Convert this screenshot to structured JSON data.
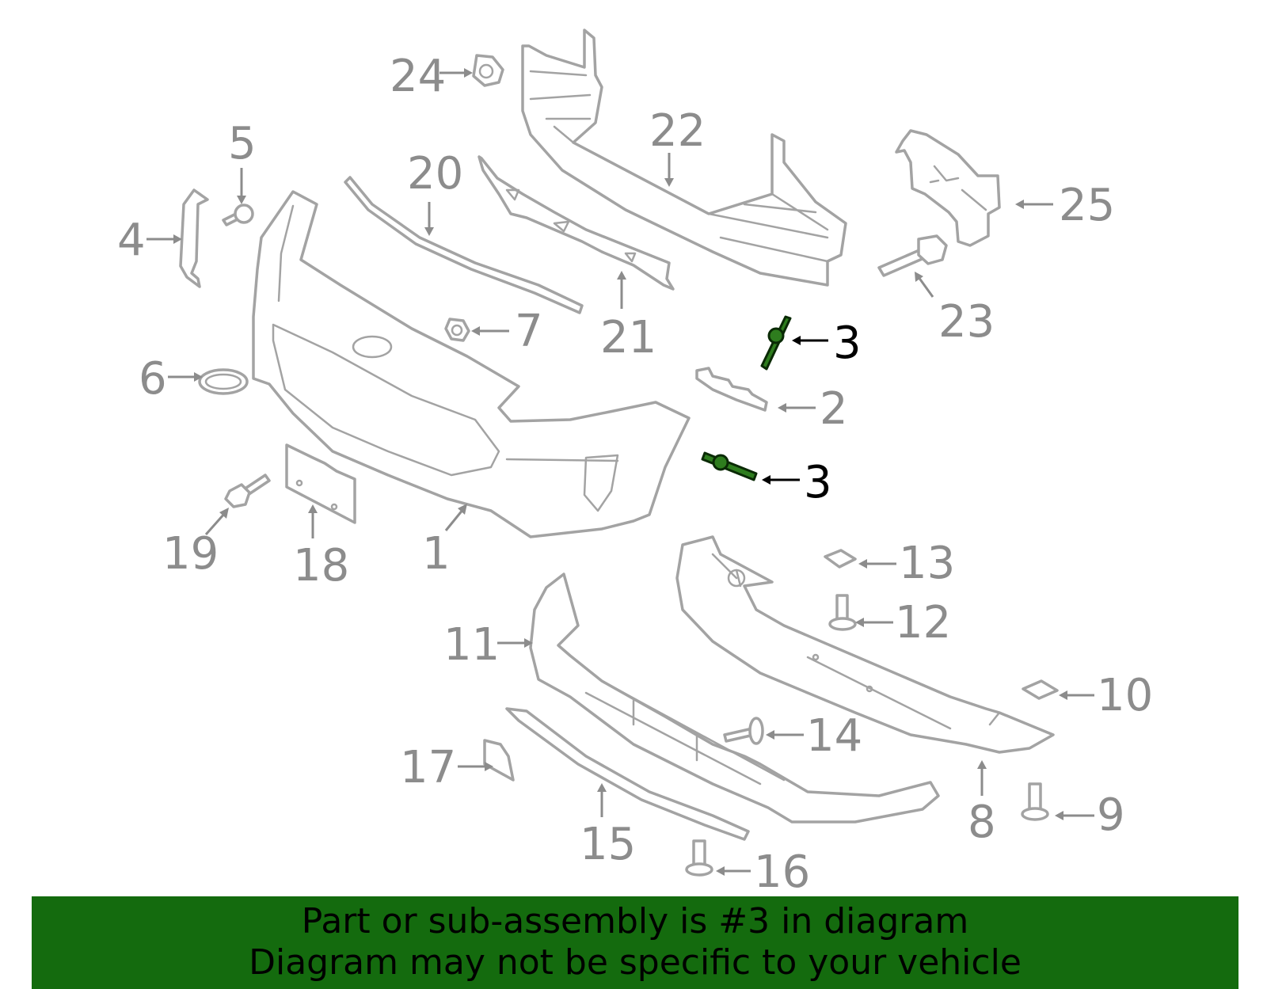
{
  "callouts": [
    {
      "id": "1",
      "text": "1"
    },
    {
      "id": "2",
      "text": "2"
    },
    {
      "id": "3a",
      "text": "3"
    },
    {
      "id": "3b",
      "text": "3"
    },
    {
      "id": "4",
      "text": "4"
    },
    {
      "id": "5",
      "text": "5"
    },
    {
      "id": "6",
      "text": "6"
    },
    {
      "id": "7",
      "text": "7"
    },
    {
      "id": "8",
      "text": "8"
    },
    {
      "id": "9",
      "text": "9"
    },
    {
      "id": "10",
      "text": "10"
    },
    {
      "id": "11",
      "text": "11"
    },
    {
      "id": "12",
      "text": "12"
    },
    {
      "id": "13",
      "text": "13"
    },
    {
      "id": "14",
      "text": "14"
    },
    {
      "id": "15",
      "text": "15"
    },
    {
      "id": "16",
      "text": "16"
    },
    {
      "id": "17",
      "text": "17"
    },
    {
      "id": "18",
      "text": "18"
    },
    {
      "id": "19",
      "text": "19"
    },
    {
      "id": "20",
      "text": "20"
    },
    {
      "id": "21",
      "text": "21"
    },
    {
      "id": "22",
      "text": "22"
    },
    {
      "id": "23",
      "text": "23"
    },
    {
      "id": "24",
      "text": "24"
    },
    {
      "id": "25",
      "text": "25"
    }
  ],
  "highlighted_part": "3",
  "banner": {
    "line1": "Part or sub-assembly is #3 in diagram",
    "line2": "Diagram may not be specific to your vehicle"
  },
  "colors": {
    "highlight_part": "#2e7d1e",
    "banner_background": "#146b0e",
    "line_art": "#a3a3a3",
    "callout_text": "#8c8c8c"
  }
}
